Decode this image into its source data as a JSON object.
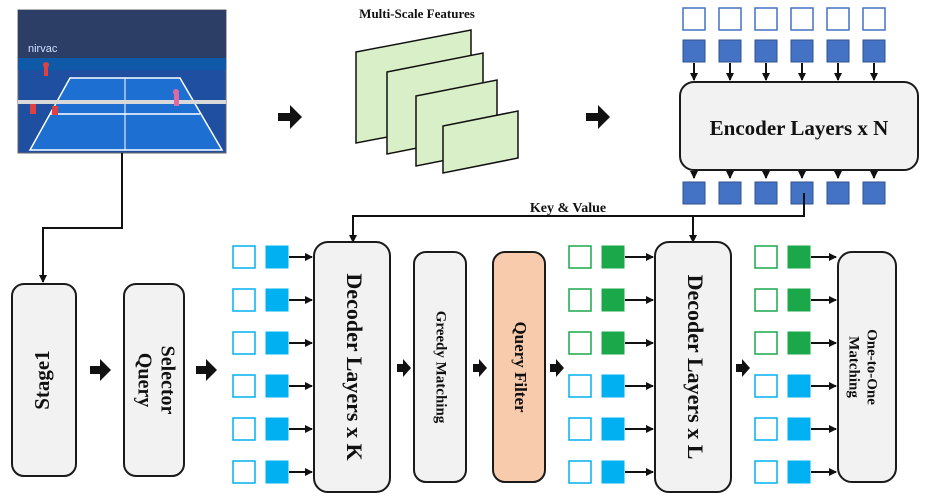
{
  "labels": {
    "multi_scale": "Multi-Scale Features",
    "encoder": "Encoder Layers x N",
    "key_value": "Key & Value",
    "stage1": "Stage1",
    "query_selector_1": "Query",
    "query_selector_2": "Selector",
    "decoder_k": "Decoder Layers x K",
    "greedy": "Greedy Matching",
    "query_filter": "Query Filter",
    "decoder_l": "Decoder Layers x L",
    "one_to_one_1": "One-to-One",
    "one_to_one_2": "Matching"
  },
  "image": {
    "banner_text": "nirvac",
    "description_icon": "tennis-court-photo"
  },
  "colors": {
    "token_dark_blue": "#4472c4",
    "token_light_blue": "#00b0f0",
    "token_green": "#1aa84a",
    "feature_map": "#d9efc8",
    "query_filter": "#f8cbad",
    "box_fill": "#f2f2f2"
  },
  "token_rows": {
    "left_group": [
      "blue",
      "blue",
      "blue",
      "blue",
      "blue",
      "blue"
    ],
    "middle_group": [
      "green",
      "green",
      "green",
      "blue",
      "blue",
      "blue"
    ],
    "right_group": [
      "green",
      "green",
      "green",
      "blue",
      "blue",
      "blue"
    ]
  }
}
